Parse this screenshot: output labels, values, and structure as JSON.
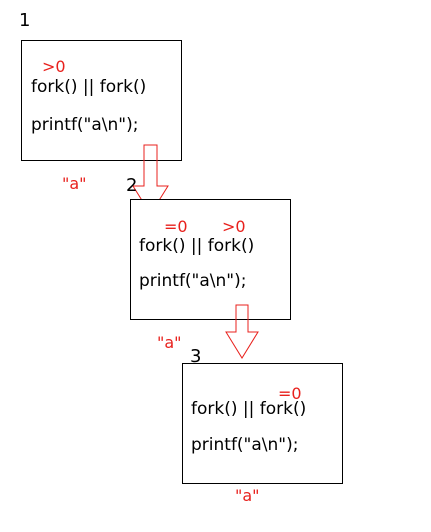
{
  "processes": [
    {
      "number": "1",
      "line1": "fork() || fork()",
      "line2": "printf(\"a\\n\");",
      "annotations": [
        ">0"
      ],
      "output": "\"a\""
    },
    {
      "number": "2",
      "line1": "fork() || fork()",
      "line2": "printf(\"a\\n\");",
      "annotations": [
        "=0",
        ">0"
      ],
      "output": "\"a\""
    },
    {
      "number": "3",
      "line1": "fork() || fork()",
      "line2": "printf(\"a\\n\");",
      "annotations": [
        "=0"
      ],
      "output": "\"a\""
    }
  ],
  "colors": {
    "annotation": "#e8201c",
    "arrow": "#e8201c",
    "box_border": "#000000"
  }
}
